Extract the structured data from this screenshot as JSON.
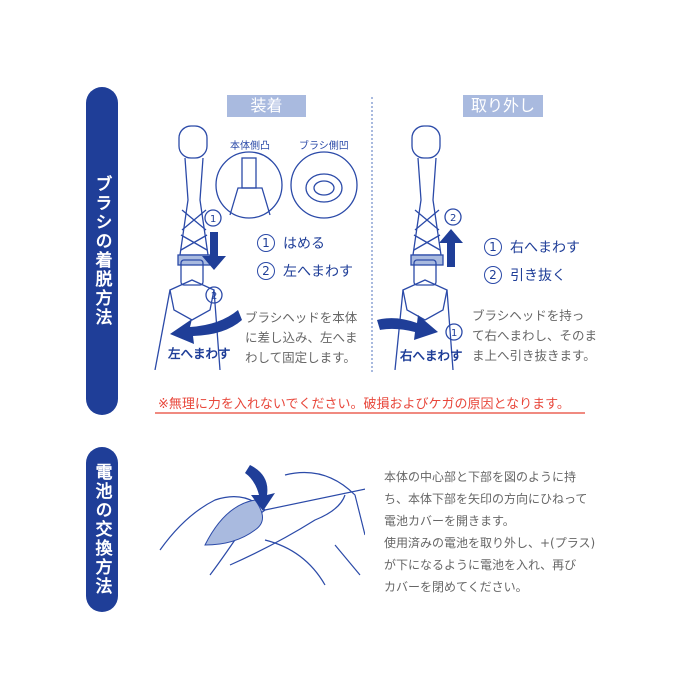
{
  "section1": {
    "title": "ブラシの着脱方法",
    "attach": {
      "header": "装着",
      "body_side": "本体側凸",
      "brush_side": "ブラシ側凹",
      "steps": [
        {
          "num": "1",
          "label": "はめる"
        },
        {
          "num": "2",
          "label": "左へまわす"
        }
      ],
      "arrow_label": "左へまわす",
      "description": "ブラシヘッドを本体\nに差し込み、左へま\nわして固定します。"
    },
    "detach": {
      "header": "取り外し",
      "steps": [
        {
          "num": "1",
          "label": "右へまわす"
        },
        {
          "num": "2",
          "label": "引き抜く"
        }
      ],
      "arrow_label": "右へまわす",
      "description": "ブラシヘッドを持っ\nて右へまわし、そのま\nま上へ引き抜きます。"
    },
    "warning": "※無理に力を入れないでください。破損およびケガの原因となります。"
  },
  "section2": {
    "title": "電池の交換方法",
    "description": "本体の中心部と下部を図のように持\nち、本体下部を矢印の方向にひねって\n電池カバーを開きます。\n使用済みの電池を取り外し、+(プラス)\nが下になるように電池を入れ、再び\nカバーを閉めてください。"
  },
  "colors": {
    "primary": "#1f3e98",
    "header_bg": "#a9badf",
    "warning": "#e8473b",
    "text": "#666666"
  }
}
